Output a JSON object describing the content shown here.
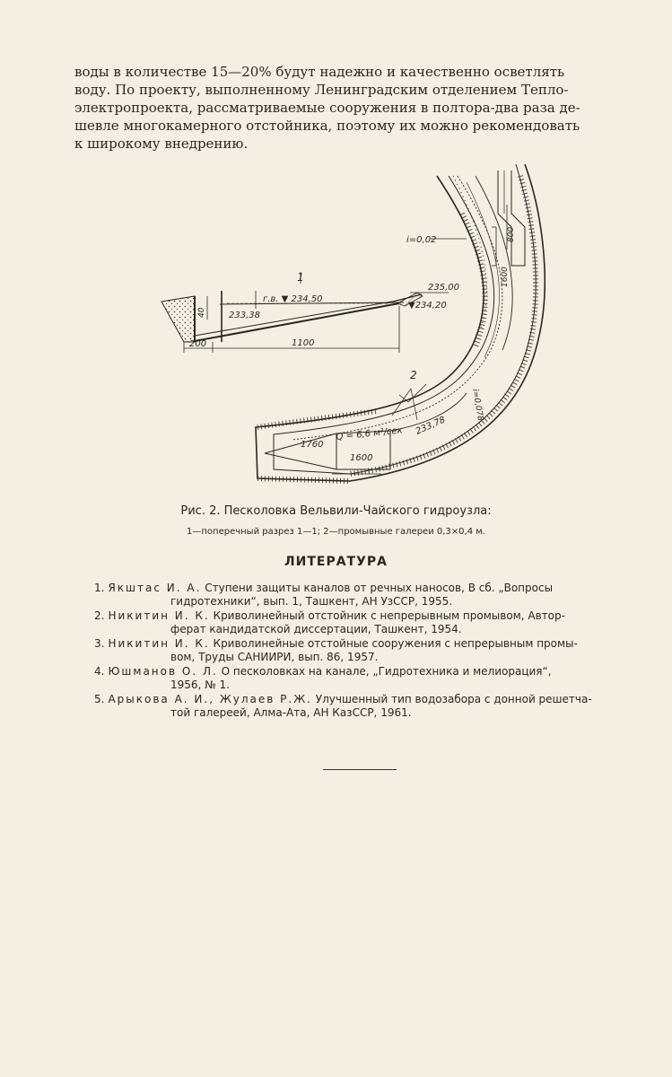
{
  "body_text": {
    "lines": [
      "воды в количестве 15—20% будут  надежно и качественно осветлять",
      "воду. По проекту, выполненному  Ленинградским отделением Тепло-",
      "электропроекта, рассматриваемые сооружения в полтора-два раза де-",
      "шевле многокамерного отстойника, поэтому их можно рекомендовать",
      "к широкому внедрению."
    ]
  },
  "figure": {
    "labels": {
      "section_mark": "1",
      "i_top": "i=0,02",
      "dim_800": "800",
      "dim_1600_vert": "1600",
      "elev_235": "235,00",
      "elev_23450": "г.в. ▼ 234,50",
      "elev_23420": "▼234,20",
      "elev_23338": "233,38",
      "dim_40": "40",
      "dim_200": "200",
      "dim_1100": "1100",
      "gallery_mark": "2",
      "i_bottom": "i=0,078",
      "elev_23378": "233,78",
      "flow": "Q = 6,6 м³/сек",
      "dim_1760": "1760",
      "dim_1600_bottom": "1600"
    }
  },
  "caption": {
    "title": "Рис. 2. Песколовка Вельвили-Чайского гидроузла:",
    "legend": "1—поперечный разрез 1—1; 2—промывные галереи 0,3×0,4 м."
  },
  "literature": {
    "heading": "ЛИТЕРАТУРА",
    "refs": [
      {
        "num": "1.",
        "author": "Якштас И. А.",
        "line1": "Ступени защиты  каналов от речных наносов,  В сб.  „Вопросы",
        "line2": "гидротехники“, вып. 1, Ташкент,  АН УзССР, 1955."
      },
      {
        "num": "2.",
        "author": "Никитин И. К.",
        "line1": "Криволинейный отстойник с непрерывным промывом,  Автор-",
        "line2": "ферат кандидатской диссертации, Ташкент, 1954."
      },
      {
        "num": "3.",
        "author": "Никитин И. К.",
        "line1": "Криволинейные  отстойные сооружения с непрерывным  промы-",
        "line2": "вом, Труды САНИИРИ, вып. 86, 1957."
      },
      {
        "num": "4.",
        "author": "Юшманов О. Л.",
        "line1": "О  песколовках  на канале,  „Гидротехника и  мелиорация“,",
        "line2": "1956, № 1."
      },
      {
        "num": "5.",
        "author": "Арыкова А. И., Жулаев Р.Ж.",
        "line1": "Улучшенный тип водозабора с донной решетча-",
        "line2": "той галереей, Алма-Ата, АН КазССР, 1961."
      }
    ]
  }
}
